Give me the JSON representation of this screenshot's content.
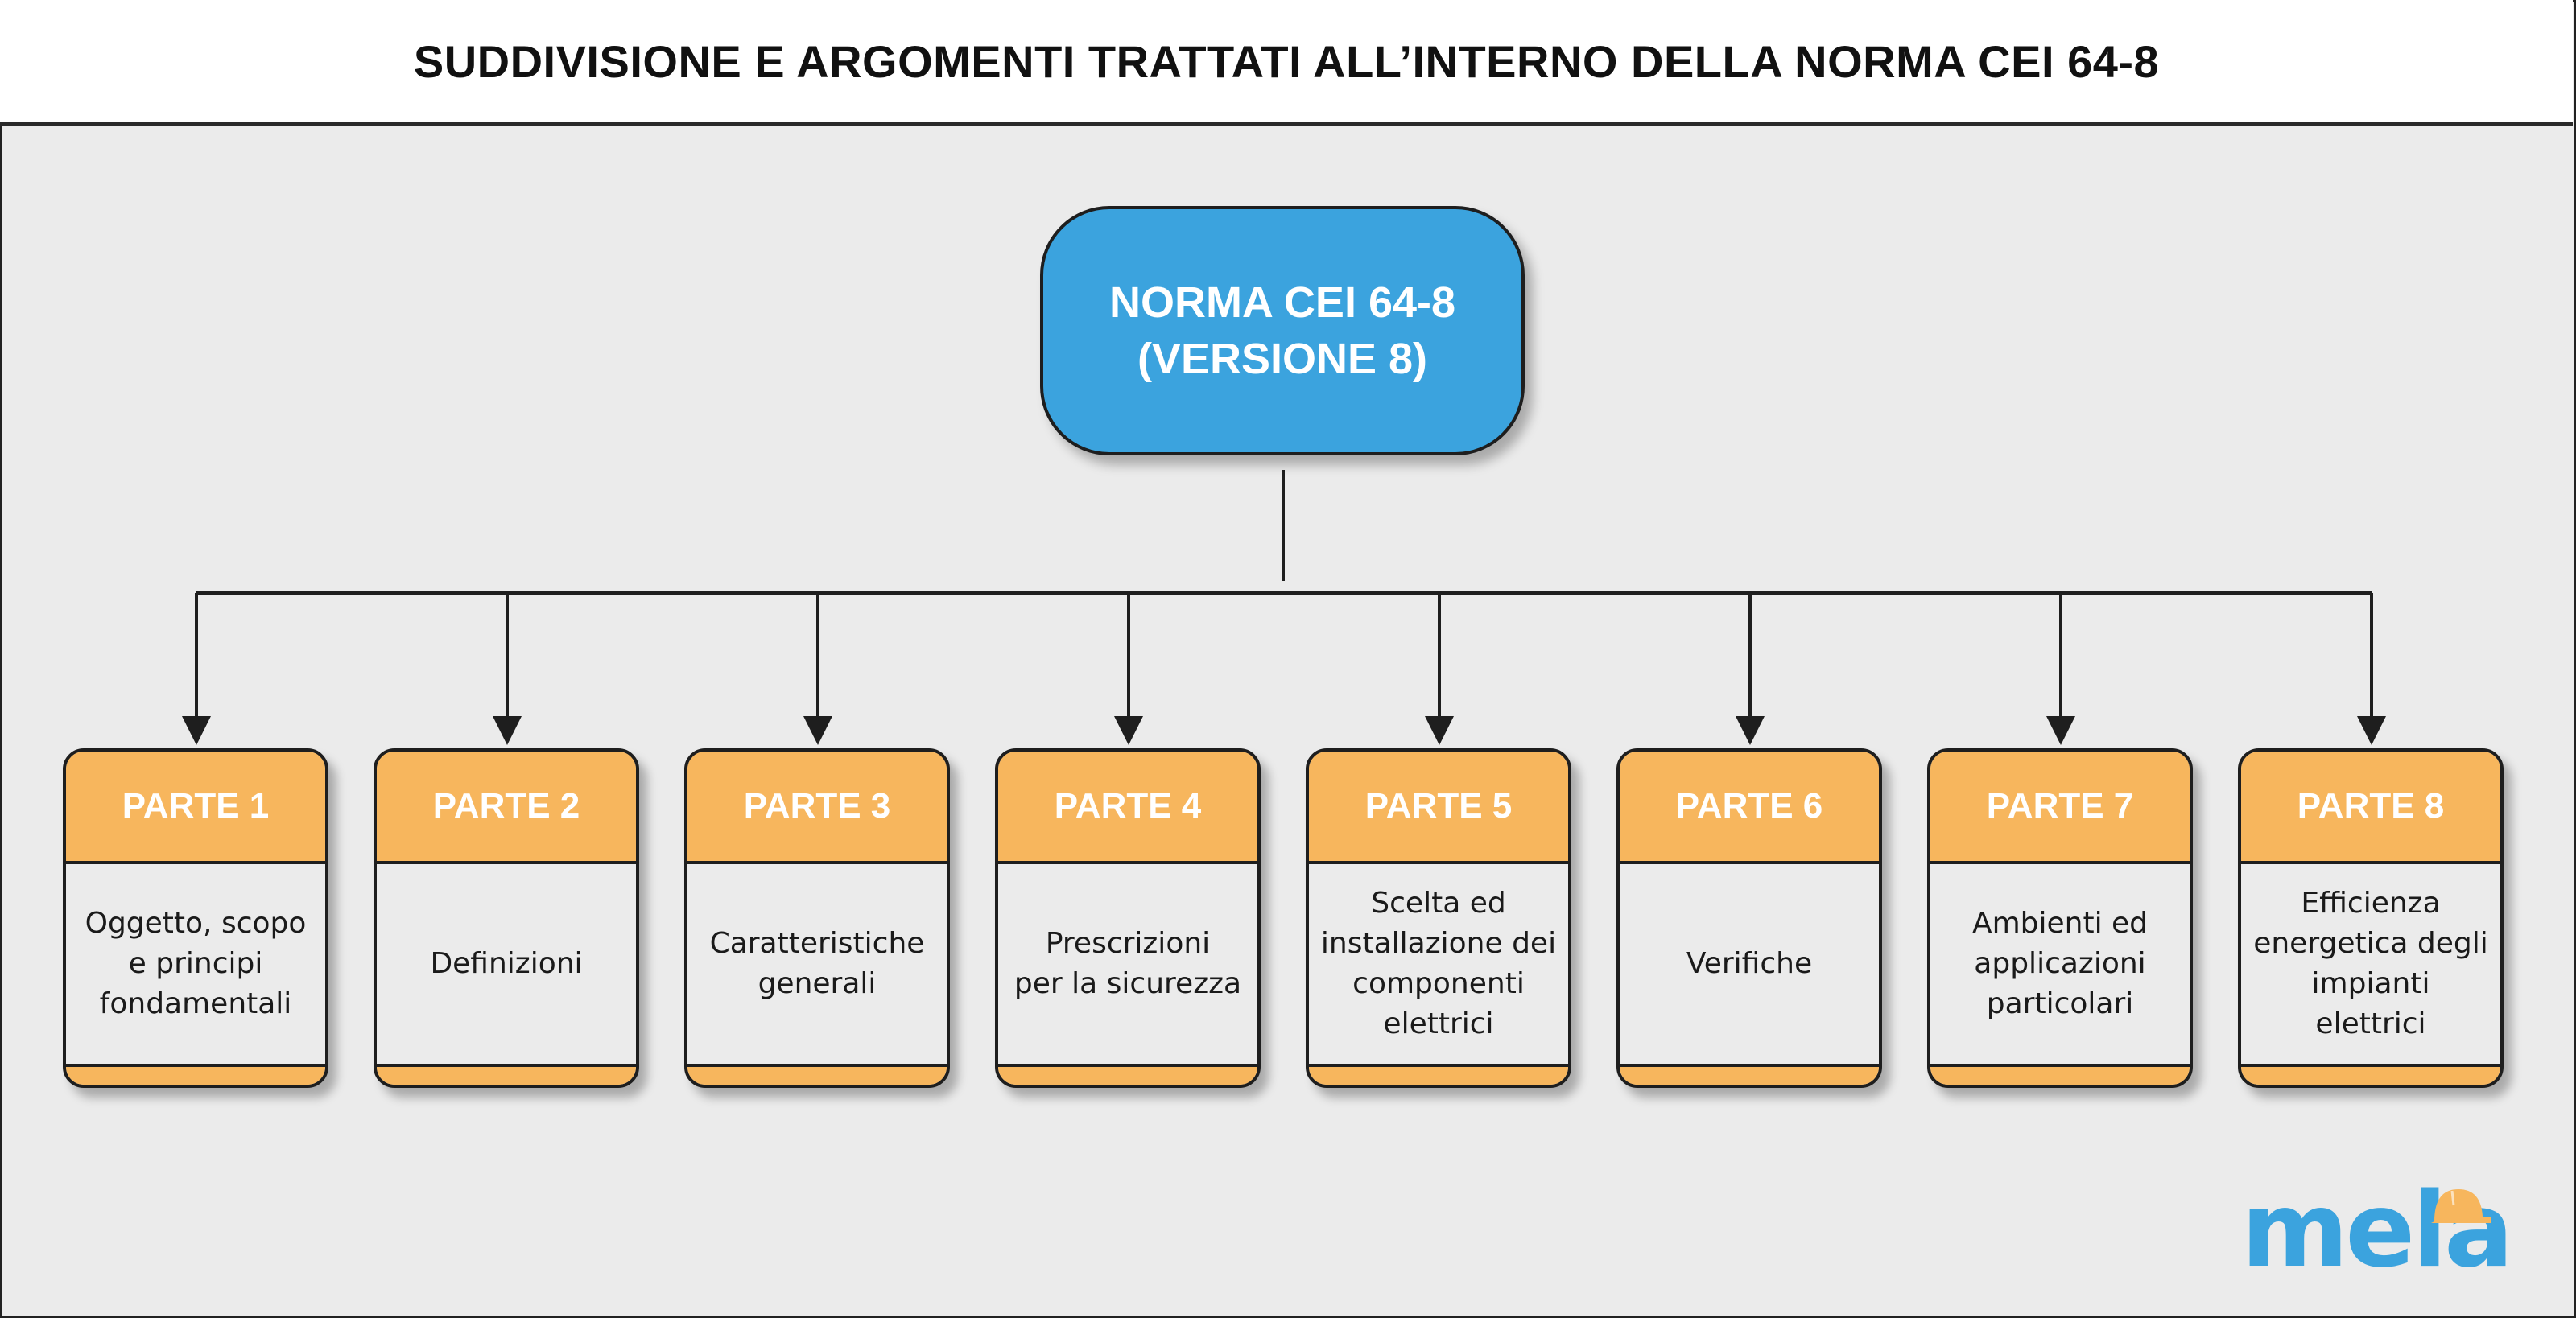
{
  "header": {
    "title": "SUDDIVISIONE E ARGOMENTI TRATTATI ALL’INTERNO DELLA NORMA CEI 64-8"
  },
  "root": {
    "line1": "NORMA CEI 64-8",
    "line2": "(VERSIONE 8)"
  },
  "parts": [
    {
      "title": "PARTE 1",
      "desc": "Oggetto, scopo\ne principi\nfondamentali"
    },
    {
      "title": "PARTE 2",
      "desc": "Definizioni"
    },
    {
      "title": "PARTE 3",
      "desc": "Caratteristiche\ngenerali"
    },
    {
      "title": "PARTE 4",
      "desc": "Prescrizioni\nper la sicurezza"
    },
    {
      "title": "PARTE 5",
      "desc": "Scelta ed\ninstallazione dei\ncomponenti\nelettrici"
    },
    {
      "title": "PARTE 6",
      "desc": "Verifiche"
    },
    {
      "title": "PARTE 7",
      "desc": "Ambienti ed\napplicazioni\nparticolari"
    },
    {
      "title": "PARTE 8",
      "desc": "Efficienza\nenergetica degli\nimpianti elettrici"
    }
  ],
  "logo": {
    "text": "mela",
    "icon": "hard-hat-icon"
  },
  "colors": {
    "root": "#3ba3de",
    "part_header": "#f7b65d",
    "background": "#ebebeb",
    "logo": "#3ba3de",
    "logo_hat": "#f7b65d"
  }
}
